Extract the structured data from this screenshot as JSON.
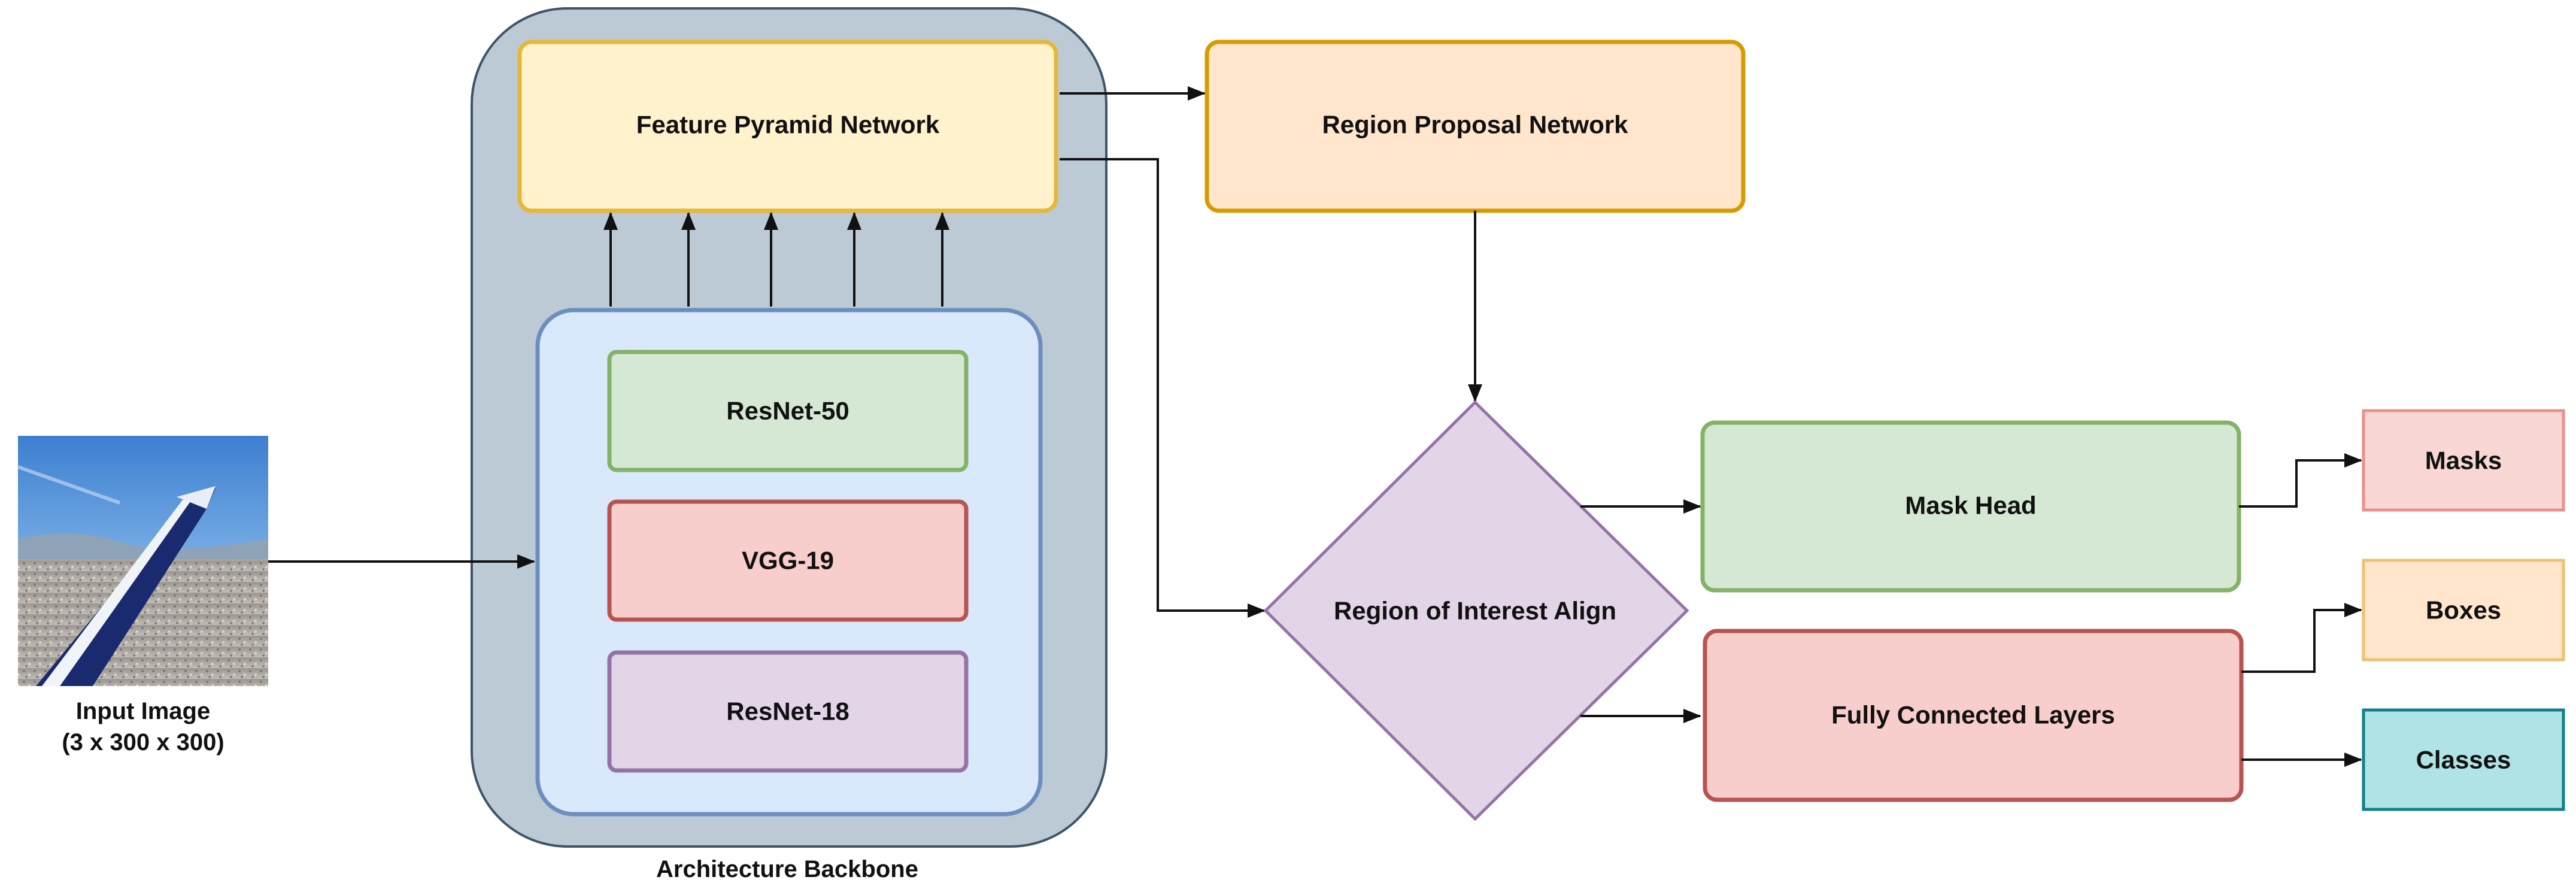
{
  "input": {
    "title": "Input Image",
    "subtitle": "(3 x 300 x 300)"
  },
  "backbone": {
    "label": "Architecture Backbone",
    "models": [
      "ResNet-50",
      "VGG-19",
      "ResNet-18"
    ]
  },
  "nodes": {
    "fpn": "Feature Pyramid Network",
    "rpn": "Region Proposal Network",
    "roi_align": "Region of Interest Align",
    "mask_head": "Mask Head",
    "fc_layers": "Fully Connected Layers"
  },
  "outputs": [
    "Masks",
    "Boxes",
    "Classes"
  ],
  "colors": {
    "backbone_fill": "#bccad6",
    "backbone_stroke": "#3f5466",
    "inner_fill": "#dae8fc",
    "inner_stroke": "#6c8ebf",
    "fpn_fill": "#fff2cc",
    "fpn_stroke": "#e5b83a",
    "rpn_fill": "#ffe6cc",
    "rpn_stroke": "#d79b00",
    "green_fill": "#d5e8d4",
    "green_stroke": "#82b366",
    "red_fill": "#f8cecc",
    "red_stroke": "#b85450",
    "purple_fill": "#e1d5e7",
    "purple_stroke": "#9673a6",
    "boxes_fill": "#ffe6cc",
    "boxes_stroke": "#f0c070",
    "masks_fill": "#f8d7d4",
    "masks_stroke": "#e8908a",
    "classes_fill": "#b0e3e6",
    "classes_stroke": "#0e8088"
  }
}
